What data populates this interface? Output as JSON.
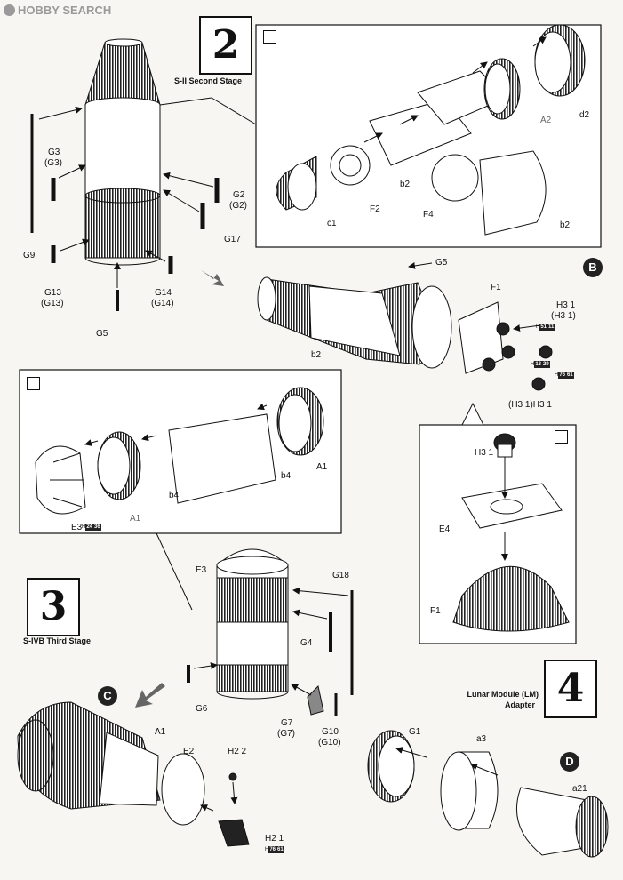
{
  "watermark": {
    "text": "HOBBY SEARCH"
  },
  "steps": [
    {
      "number": "2",
      "title": "S-II Second Stage"
    },
    {
      "number": "3",
      "title": "S-IVB Third Stage"
    },
    {
      "number": "4",
      "title": "Lunar Module (LM)",
      "subtitle": "Adapter"
    }
  ],
  "callouts": {
    "B": "B",
    "C": "C",
    "D": "D"
  },
  "badges": {
    "b1": "51",
    "b1n": "11",
    "b2": "13",
    "b2n": "29",
    "b3": "76",
    "b3n": "61",
    "b4": "24",
    "b4n": "36",
    "b5": "76",
    "b5n": "61",
    "prefix": "H"
  },
  "parts": {
    "g9": "G9",
    "g3": "G3",
    "g3b": "(G3)",
    "g13": "G13",
    "g13b": "(G13)",
    "g5a": "G5",
    "g2": "G2",
    "g2b": "(G2)",
    "g17": "G17",
    "g14": "G14",
    "g14b": "(G14)",
    "c1": "c1",
    "f2": "F2",
    "b2a": "b2",
    "f4": "F4",
    "b2b": "b2",
    "a2": "A2",
    "d2": "d2",
    "g5b": "G5",
    "f1a": "F1",
    "h31a": "H3 1",
    "h31b": "(H3 1)",
    "h31c": "(H3 1)H3 1",
    "b2c": "b2",
    "e3a": "E3",
    "a1a": "A1",
    "b4a": "b4",
    "b4b": "b4",
    "a1b": "A1",
    "h31d": "H3 1",
    "e4": "E4",
    "f1b": "F1",
    "e3b": "E3",
    "g18": "G18",
    "g4": "G4",
    "g6": "G6",
    "g7": "G7",
    "g7b": "(G7)",
    "g10": "G10",
    "g10b": "(G10)",
    "a1c": "A1",
    "e2": "E2",
    "h22": "H2 2",
    "h21": "H2 1",
    "g1": "G1",
    "a3": "a3",
    "a21": "a21"
  }
}
